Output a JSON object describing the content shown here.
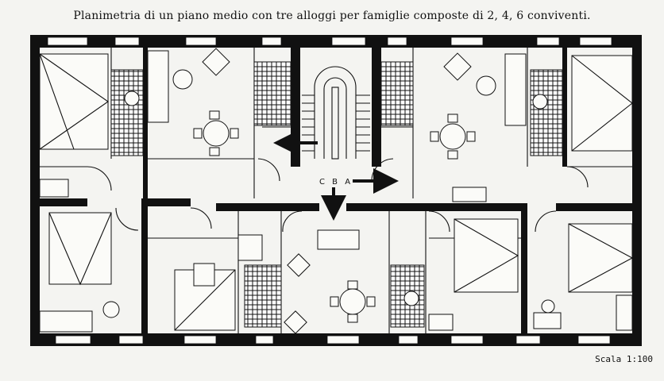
{
  "caption": "Planimetria di un piano medio con tre alloggi per famiglie composte di 2, 4, 6 conviventi.",
  "scale": "Scala 1:100",
  "stair_labels": "C B A",
  "colors": {
    "ink": "#111111",
    "paper": "#f4f4f1"
  }
}
